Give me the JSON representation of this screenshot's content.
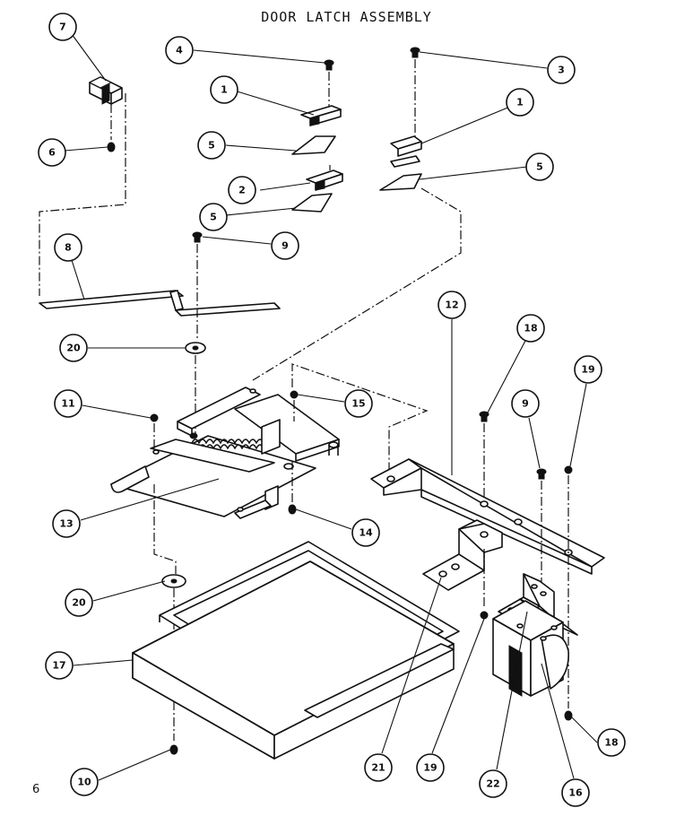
{
  "title": "DOOR LATCH ASSEMBLY",
  "page_number": "6",
  "callouts": [
    "7",
    "4",
    "3",
    "1",
    "1",
    "6",
    "5",
    "5",
    "2",
    "5",
    "9",
    "8",
    "20",
    "12",
    "18",
    "19",
    "11",
    "15",
    "9",
    "13",
    "14",
    "20",
    "17",
    "10",
    "21",
    "19",
    "22",
    "16",
    "18"
  ]
}
